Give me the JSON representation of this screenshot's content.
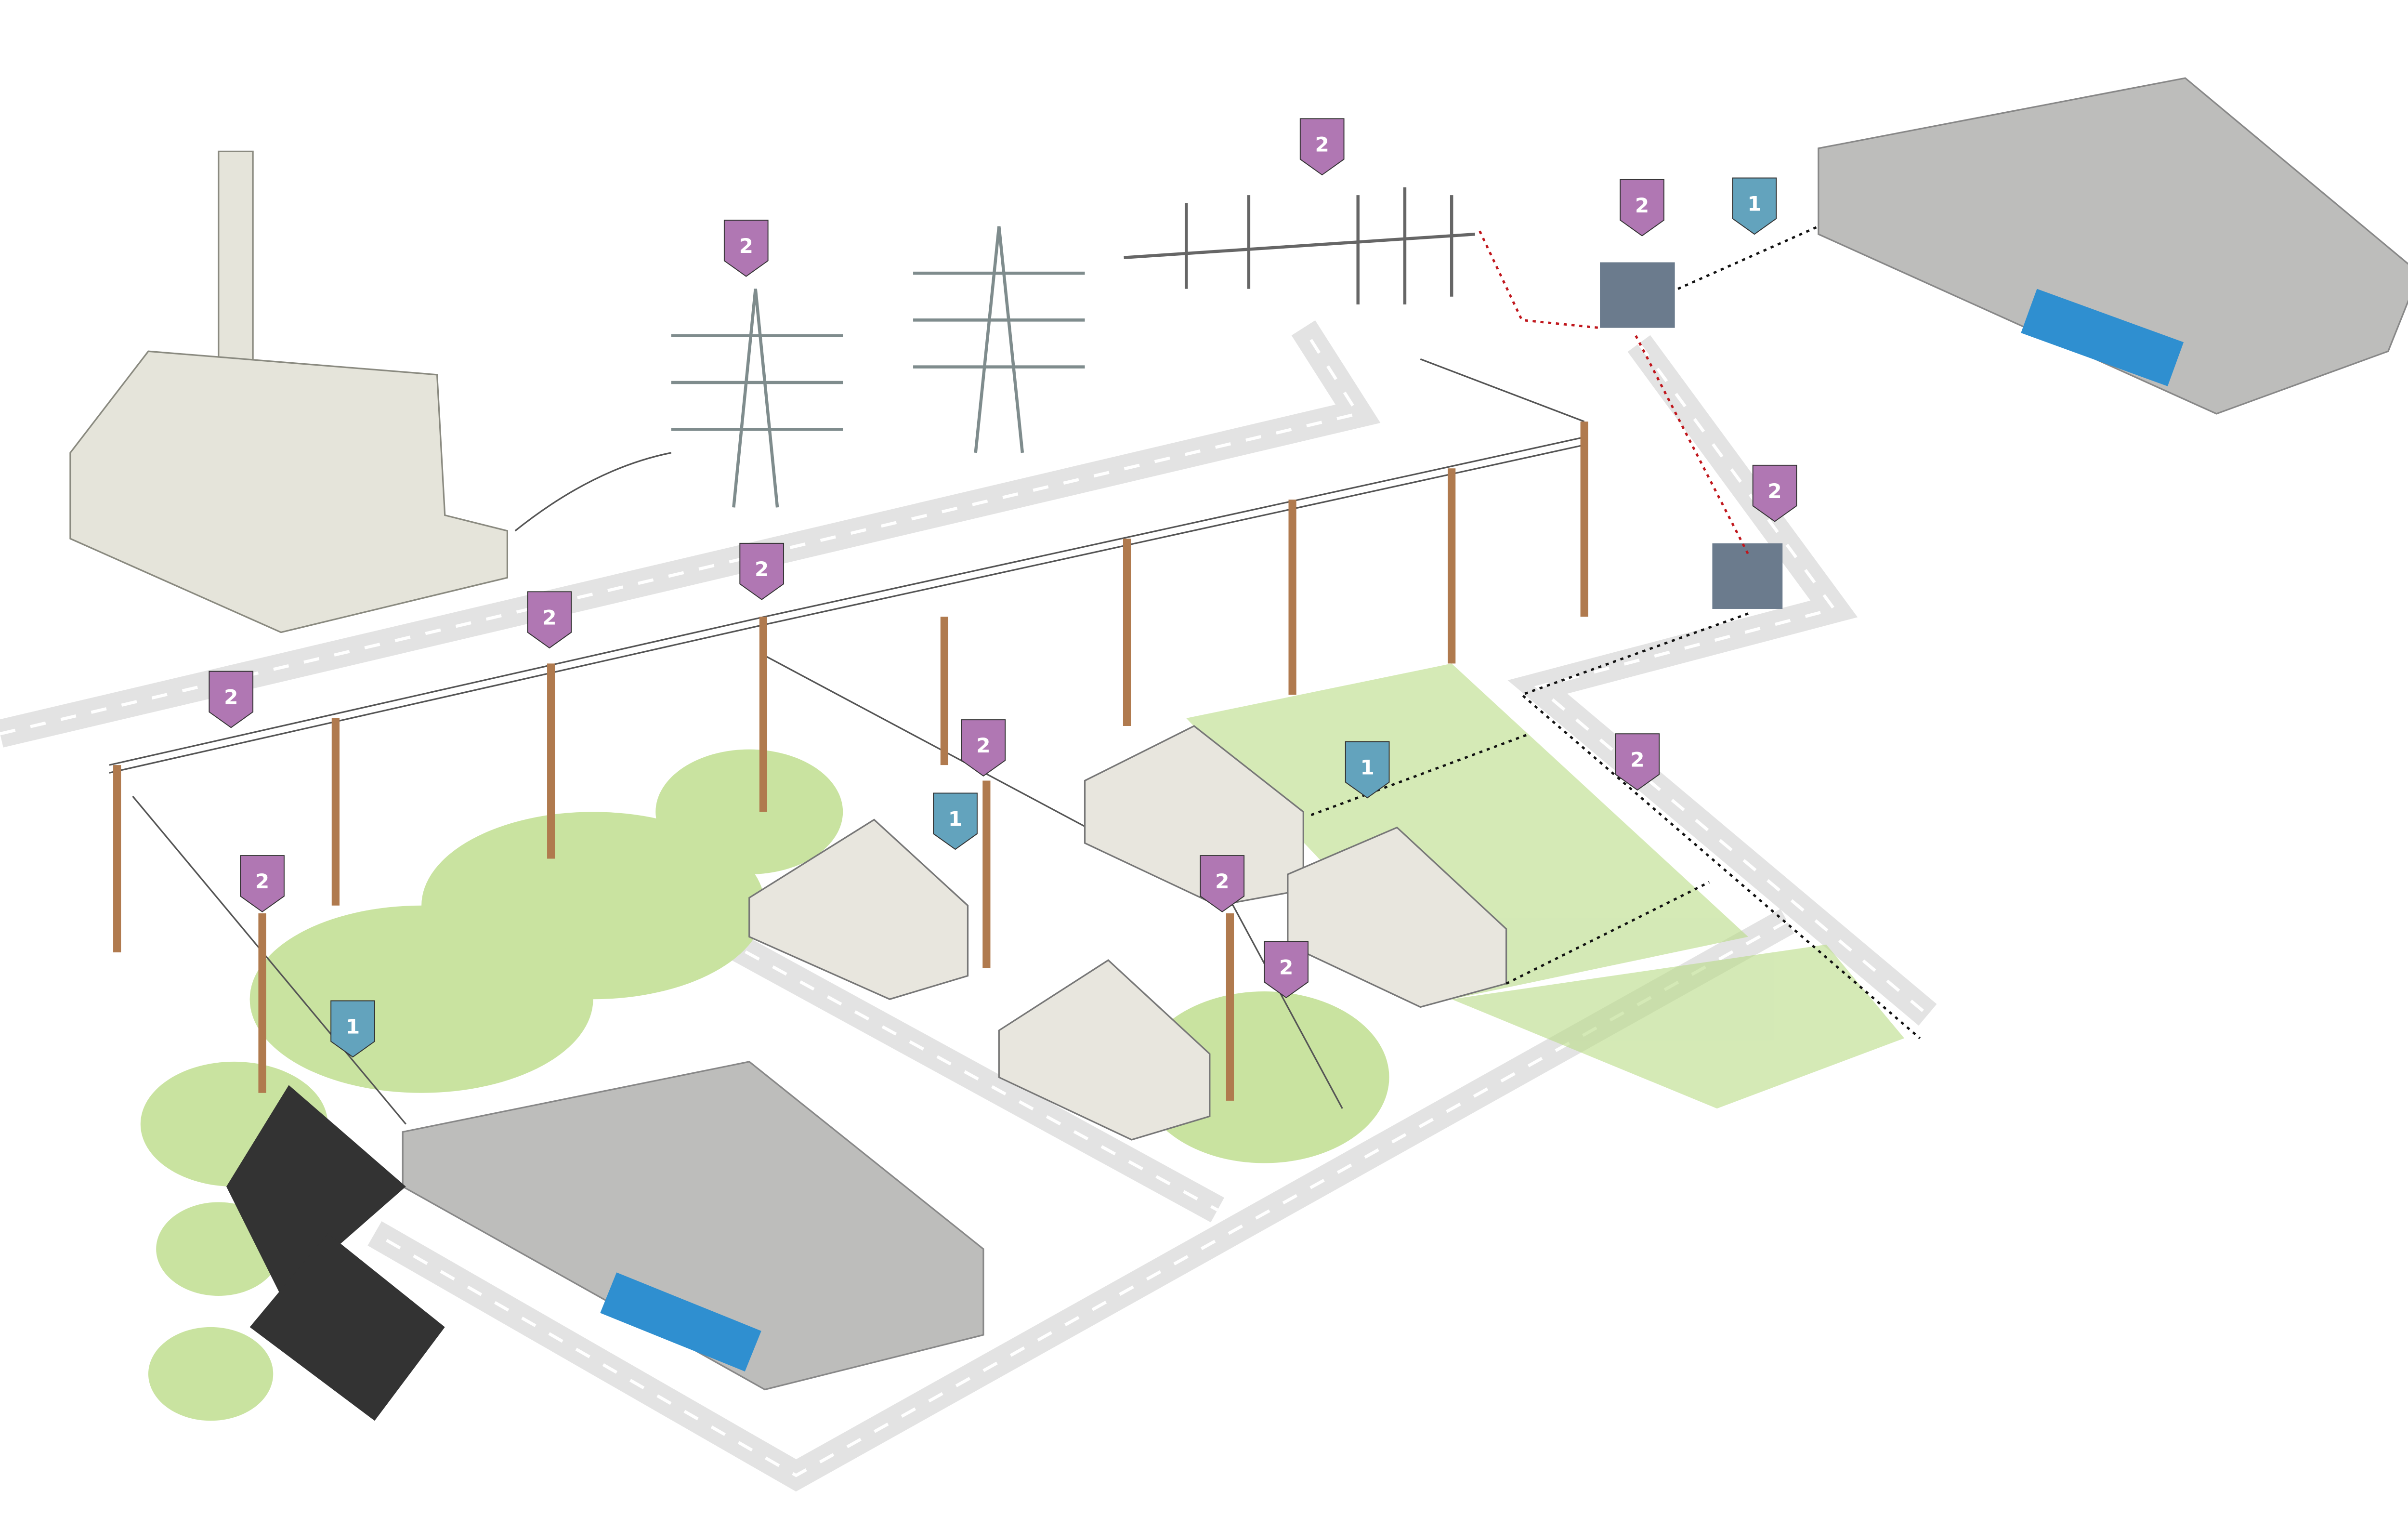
{
  "colors": {
    "marker_2": "#B077B3",
    "marker_1": "#63A3BD",
    "road": "#E3E3E3",
    "tree": "#C9E3A0",
    "coverage": "#B9DC86",
    "pole": "#B07A4E",
    "building_roof": "#BDBDBB",
    "window": "#2F8FD0",
    "red_link": "#C0161C",
    "black_link": "#111111"
  },
  "markers": [
    {
      "label": "2",
      "color_key": "marker_2"
    },
    {
      "label": "2",
      "color_key": "marker_2"
    },
    {
      "label": "2",
      "color_key": "marker_2"
    },
    {
      "label": "1",
      "color_key": "marker_1"
    },
    {
      "label": "2",
      "color_key": "marker_2"
    },
    {
      "label": "2",
      "color_key": "marker_2"
    },
    {
      "label": "2",
      "color_key": "marker_2"
    },
    {
      "label": "2",
      "color_key": "marker_2"
    },
    {
      "label": "2",
      "color_key": "marker_2"
    },
    {
      "label": "1",
      "color_key": "marker_1"
    },
    {
      "label": "2",
      "color_key": "marker_2"
    },
    {
      "label": "1",
      "color_key": "marker_1"
    },
    {
      "label": "2",
      "color_key": "marker_2"
    },
    {
      "label": "2",
      "color_key": "marker_2"
    },
    {
      "label": "2",
      "color_key": "marker_2"
    },
    {
      "label": "1",
      "color_key": "marker_1"
    }
  ]
}
